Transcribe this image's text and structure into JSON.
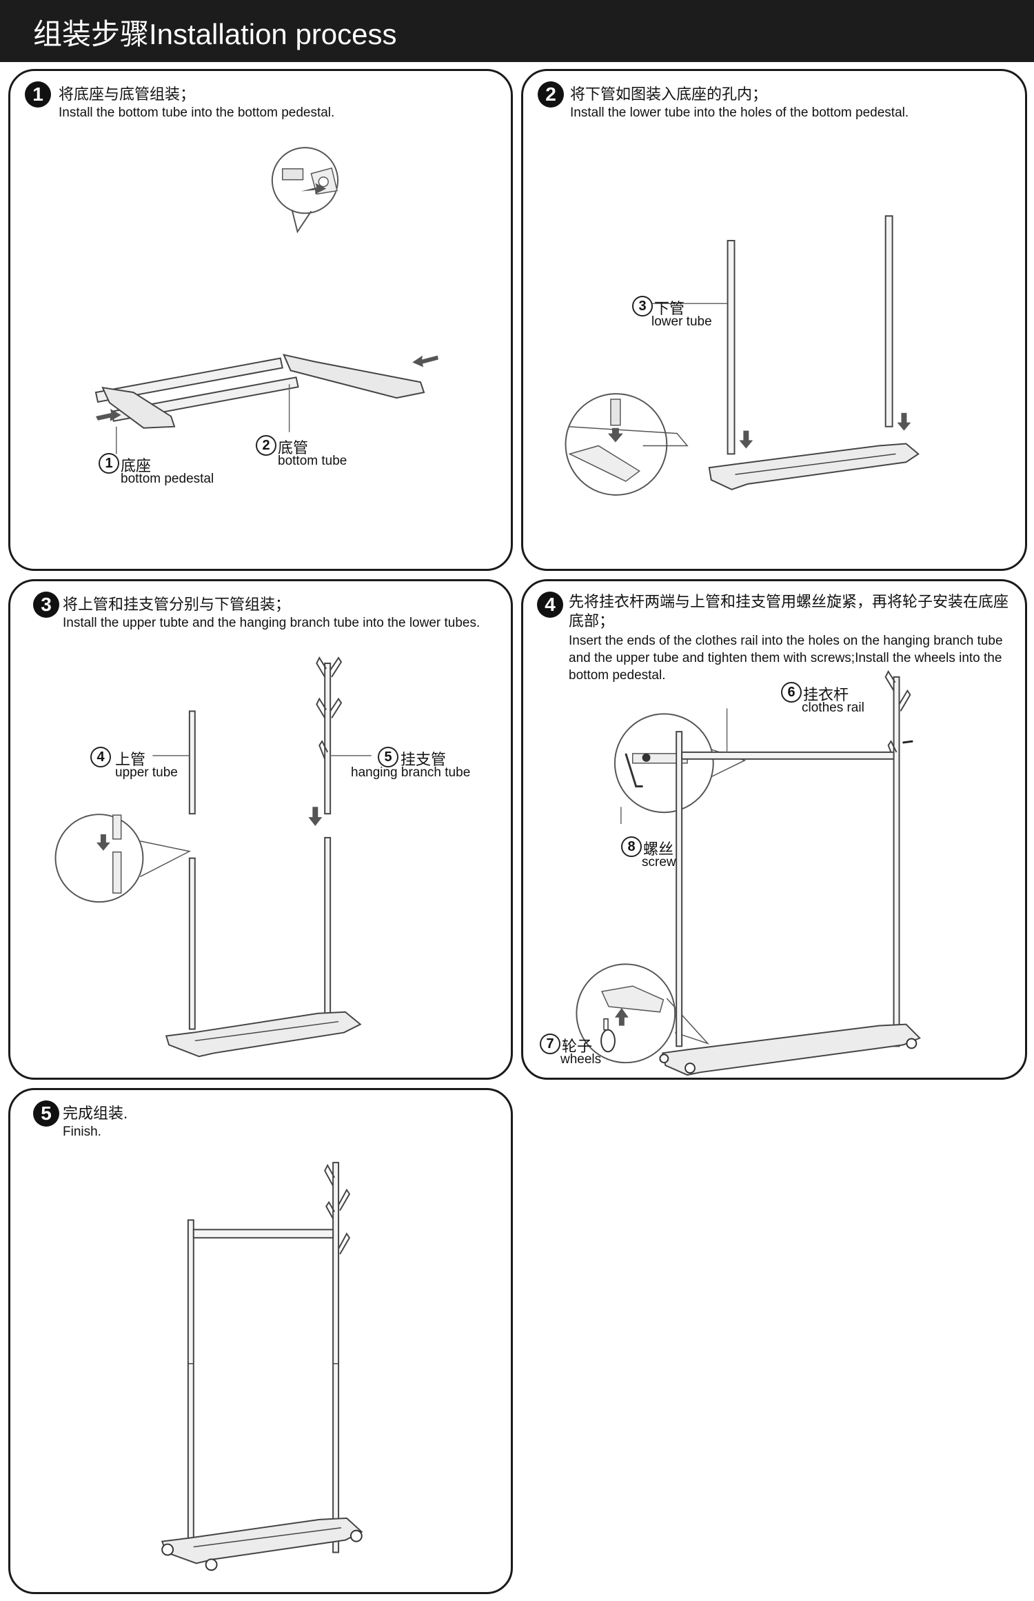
{
  "header": {
    "title": "组装步骤Installation process"
  },
  "steps": [
    {
      "number": "1",
      "zh": "将底座与底管组装；",
      "en": "Install the bottom tube into the bottom pedestal.",
      "labels": [
        {
          "number": "1",
          "zh": "底座",
          "en": "bottom pedestal"
        },
        {
          "number": "2",
          "zh": "底管",
          "en": "bottom tube"
        }
      ]
    },
    {
      "number": "2",
      "zh": "将下管如图装入底座的孔内；",
      "en": "Install the lower tube into the holes of the bottom pedestal.",
      "labels": [
        {
          "number": "3",
          "zh": "下管",
          "en": "lower tube"
        }
      ]
    },
    {
      "number": "3",
      "zh": "将上管和挂支管分别与下管组装；",
      "en": "Install the upper tubte and the hanging branch tube into the lower tubes.",
      "labels": [
        {
          "number": "4",
          "zh": "上管",
          "en": "upper tube"
        },
        {
          "number": "5",
          "zh": "挂支管",
          "en": "hanging branch tube"
        }
      ]
    },
    {
      "number": "4",
      "zh": "先将挂衣杆两端与上管和挂支管用螺丝旋紧，再将轮子安装在底座底部；",
      "en": "Insert the ends of the clothes rail into the holes on the hanging branch tube and the upper tube and tighten them with screws;Install the wheels into the bottom pedestal.",
      "labels": [
        {
          "number": "6",
          "zh": "挂衣杆",
          "en": "clothes rail"
        },
        {
          "number": "8",
          "zh": "螺丝",
          "en": "screw"
        },
        {
          "number": "7",
          "zh": "轮子",
          "en": "wheels"
        }
      ]
    },
    {
      "number": "5",
      "zh": "完成组装.",
      "en": "Finish.",
      "labels": []
    }
  ]
}
